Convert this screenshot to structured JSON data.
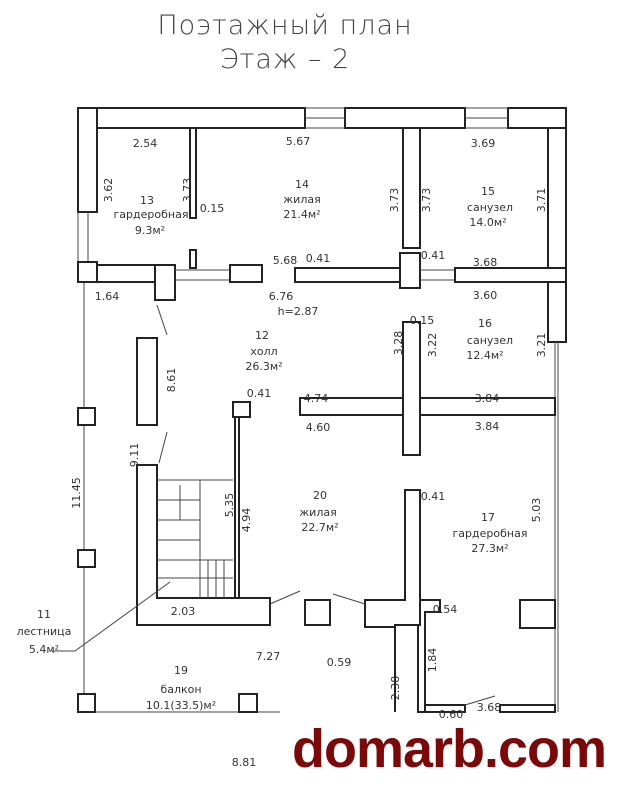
{
  "title": {
    "line1": "Поэтажный план",
    "line2": "Этаж – 2"
  },
  "height_note": "h=2.87",
  "rooms": [
    {
      "num": "13",
      "name": "гардеробная",
      "area": "9.3м²"
    },
    {
      "num": "14",
      "name": "жилая",
      "area": "21.4м²"
    },
    {
      "num": "15",
      "name": "санузел",
      "area": "14.0м²"
    },
    {
      "num": "12",
      "name": "холл",
      "area": "26.3м²"
    },
    {
      "num": "16",
      "name": "санузел",
      "area": "12.4м²"
    },
    {
      "num": "20",
      "name": "жилая",
      "area": "22.7м²"
    },
    {
      "num": "17",
      "name": "гардеробная",
      "area": "27.3м²"
    },
    {
      "num": "11",
      "name": "лестница",
      "area": "5.4м²"
    },
    {
      "num": "19",
      "name": "балкон",
      "area": "10.1(33.5)м²"
    }
  ],
  "dims": {
    "d254": "2.54",
    "d567": "5.67",
    "d369": "3.69",
    "d362": "3.62",
    "d373a": "3.73",
    "d015a": "0.15",
    "d373b": "3.73",
    "d373c": "3.73",
    "d371": "3.71",
    "d568": "5.68",
    "d041a": "0.41",
    "d041b": "0.41",
    "d368a": "3.68",
    "d164": "1.64",
    "d676": "6.76",
    "d360": "3.60",
    "d015b": "0.15",
    "d328": "3.28",
    "d322": "3.22",
    "d321": "3.21",
    "d861": "8.61",
    "d041c": "0.41",
    "d474": "4.74",
    "d384a": "3.84",
    "d460": "4.60",
    "d384b": "3.84",
    "d911": "9.11",
    "d1145": "11.45",
    "d535": "5.35",
    "d494": "4.94",
    "d041d": "0.41",
    "d503": "5.03",
    "d203": "2.03",
    "d054": "0.54",
    "d727": "7.27",
    "d059": "0.59",
    "d238": "2.38",
    "d184": "1.84",
    "d060": "0.60",
    "d368b": "3.68",
    "d881": "8.81"
  },
  "watermark": "domarb.com",
  "colors": {
    "wall": "#222222",
    "watermark": "#7a0a0a"
  }
}
